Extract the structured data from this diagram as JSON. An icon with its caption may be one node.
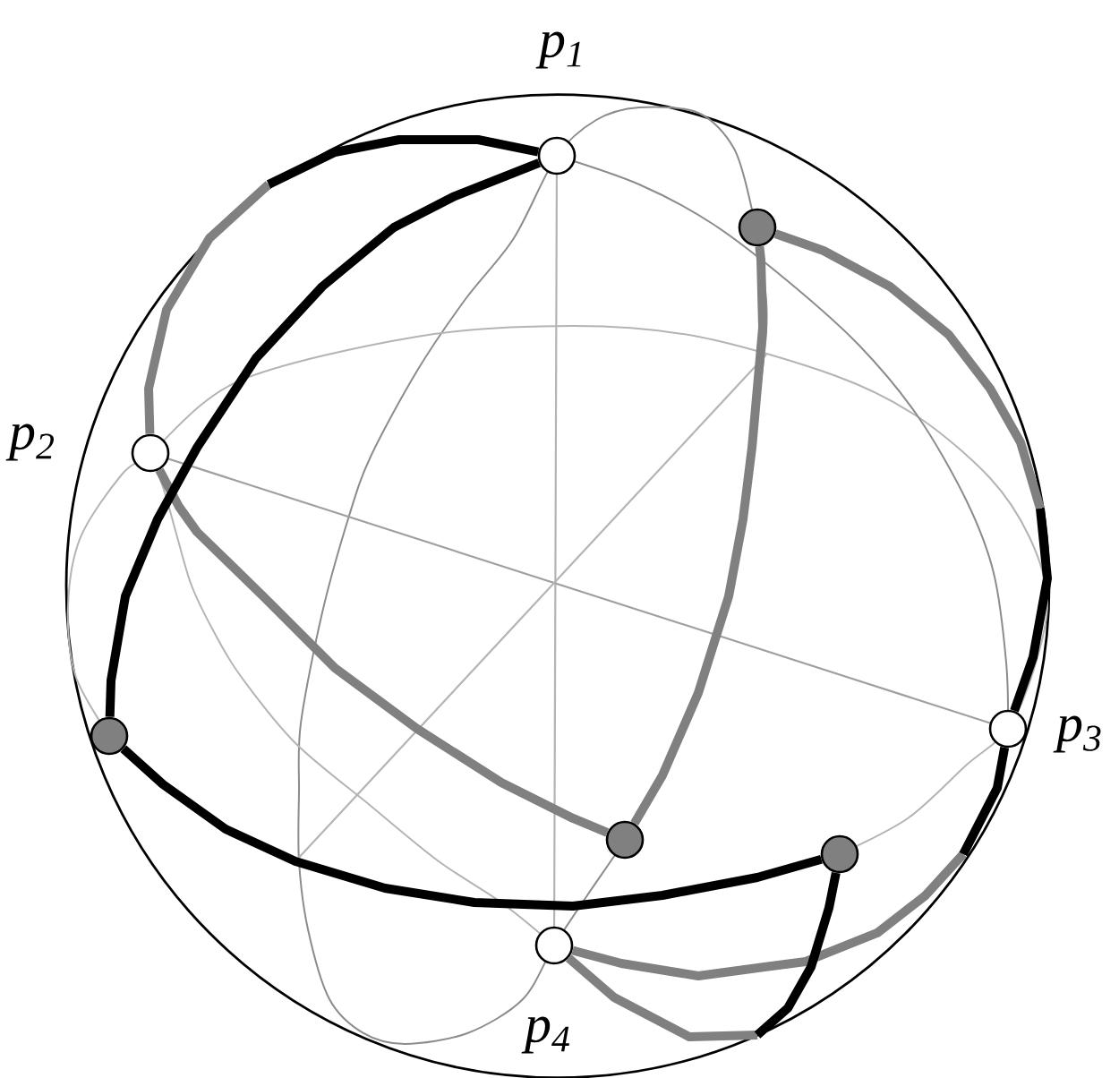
{
  "diagram": {
    "nodes": [
      {
        "text": [],
        "shape": "circle",
        "beside": [
          "p$_{1}$"
        ]
      },
      {
        "text": [],
        "shape": "circle"
      },
      {
        "text": [],
        "shape": "circle",
        "beside": [
          "p$_{2}$"
        ]
      },
      {
        "text": [],
        "shape": "circle",
        "beside": [
          "p$_{3}$"
        ]
      },
      {
        "text": [],
        "shape": "circle"
      },
      {
        "text": [],
        "shape": "circle"
      },
      {
        "text": [],
        "shape": "circle"
      },
      {
        "text": [],
        "shape": "circle",
        "beside": [
          "p$_{4}$"
        ]
      }
    ],
    "edges": [
      {
        "from": 2,
        "to": null,
        "arrow": "none",
        "color": "#808080"
      },
      {
        "from": 2,
        "to": 5,
        "arrow": "none",
        "color": "#808080"
      },
      {
        "from": 5,
        "to": 1,
        "arrow": "none",
        "color": "#808080"
      },
      {
        "from": 1,
        "to": null,
        "arrow": "none",
        "color": "#808080"
      },
      {
        "from": 7,
        "to": null,
        "arrow": "none",
        "color": "#808080"
      },
      {
        "from": 7,
        "to": null,
        "arrow": "none",
        "color": "#808080"
      },
      {
        "from": 0,
        "to": 4,
        "arrow": "none",
        "color": "#000000"
      },
      {
        "from": 0,
        "to": null,
        "arrow": "none",
        "color": "#000000"
      },
      {
        "from": 3,
        "to": null,
        "arrow": "none",
        "color": "#000000"
      },
      {
        "from": 3,
        "to": null,
        "arrow": "none",
        "color": "#000000"
      },
      {
        "from": 6,
        "to": null,
        "arrow": "none",
        "color": "#000000"
      },
      {
        "from": 4,
        "to": 6,
        "arrow": "none",
        "color": "#000000"
      }
    ]
  }
}
